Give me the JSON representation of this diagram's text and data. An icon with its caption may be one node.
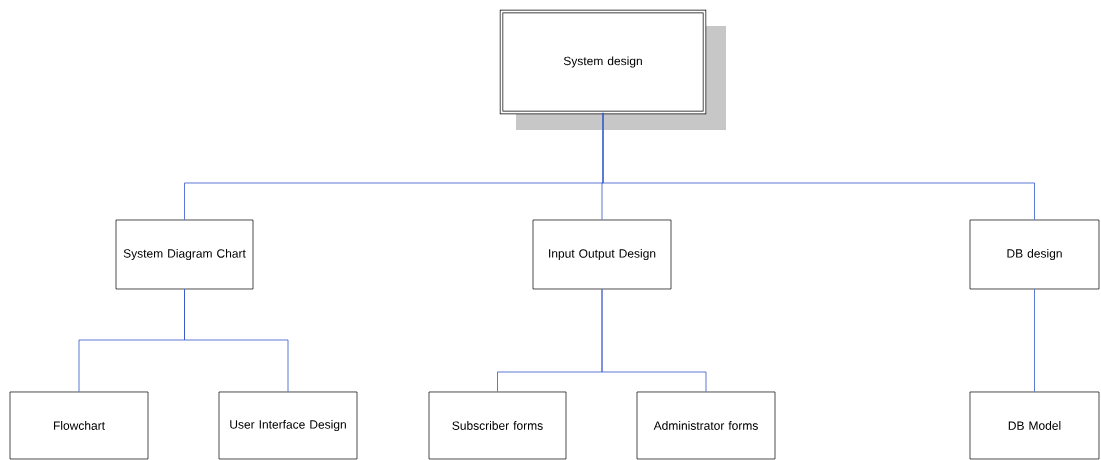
{
  "diagram": {
    "nodes": [
      {
        "text": [
          "System design"
        ]
      },
      {
        "text": [
          "System Diagram Chart"
        ]
      },
      {
        "text": [
          "Input Output Design"
        ]
      },
      {
        "text": [
          "DB design"
        ]
      },
      {
        "text": [
          "Flowchart"
        ]
      },
      {
        "text": [
          "User Interface Design"
        ]
      },
      {
        "text": [
          "Subscriber forms"
        ]
      },
      {
        "text": [
          "Administrator forms"
        ]
      },
      {
        "text": [
          "DB Model"
        ]
      }
    ],
    "edges": [
      {
        "from": 0,
        "to": 1,
        "arrow": "none"
      },
      {
        "from": 0,
        "to": 2,
        "arrow": "none"
      },
      {
        "from": 0,
        "to": 3,
        "arrow": "none"
      },
      {
        "from": 1,
        "to": 4,
        "arrow": "none"
      },
      {
        "from": 1,
        "to": 5,
        "arrow": "none"
      },
      {
        "from": 2,
        "to": 6,
        "arrow": "none"
      },
      {
        "from": 2,
        "to": 7,
        "arrow": "none"
      },
      {
        "from": 3,
        "to": 8,
        "arrow": "none"
      }
    ]
  }
}
